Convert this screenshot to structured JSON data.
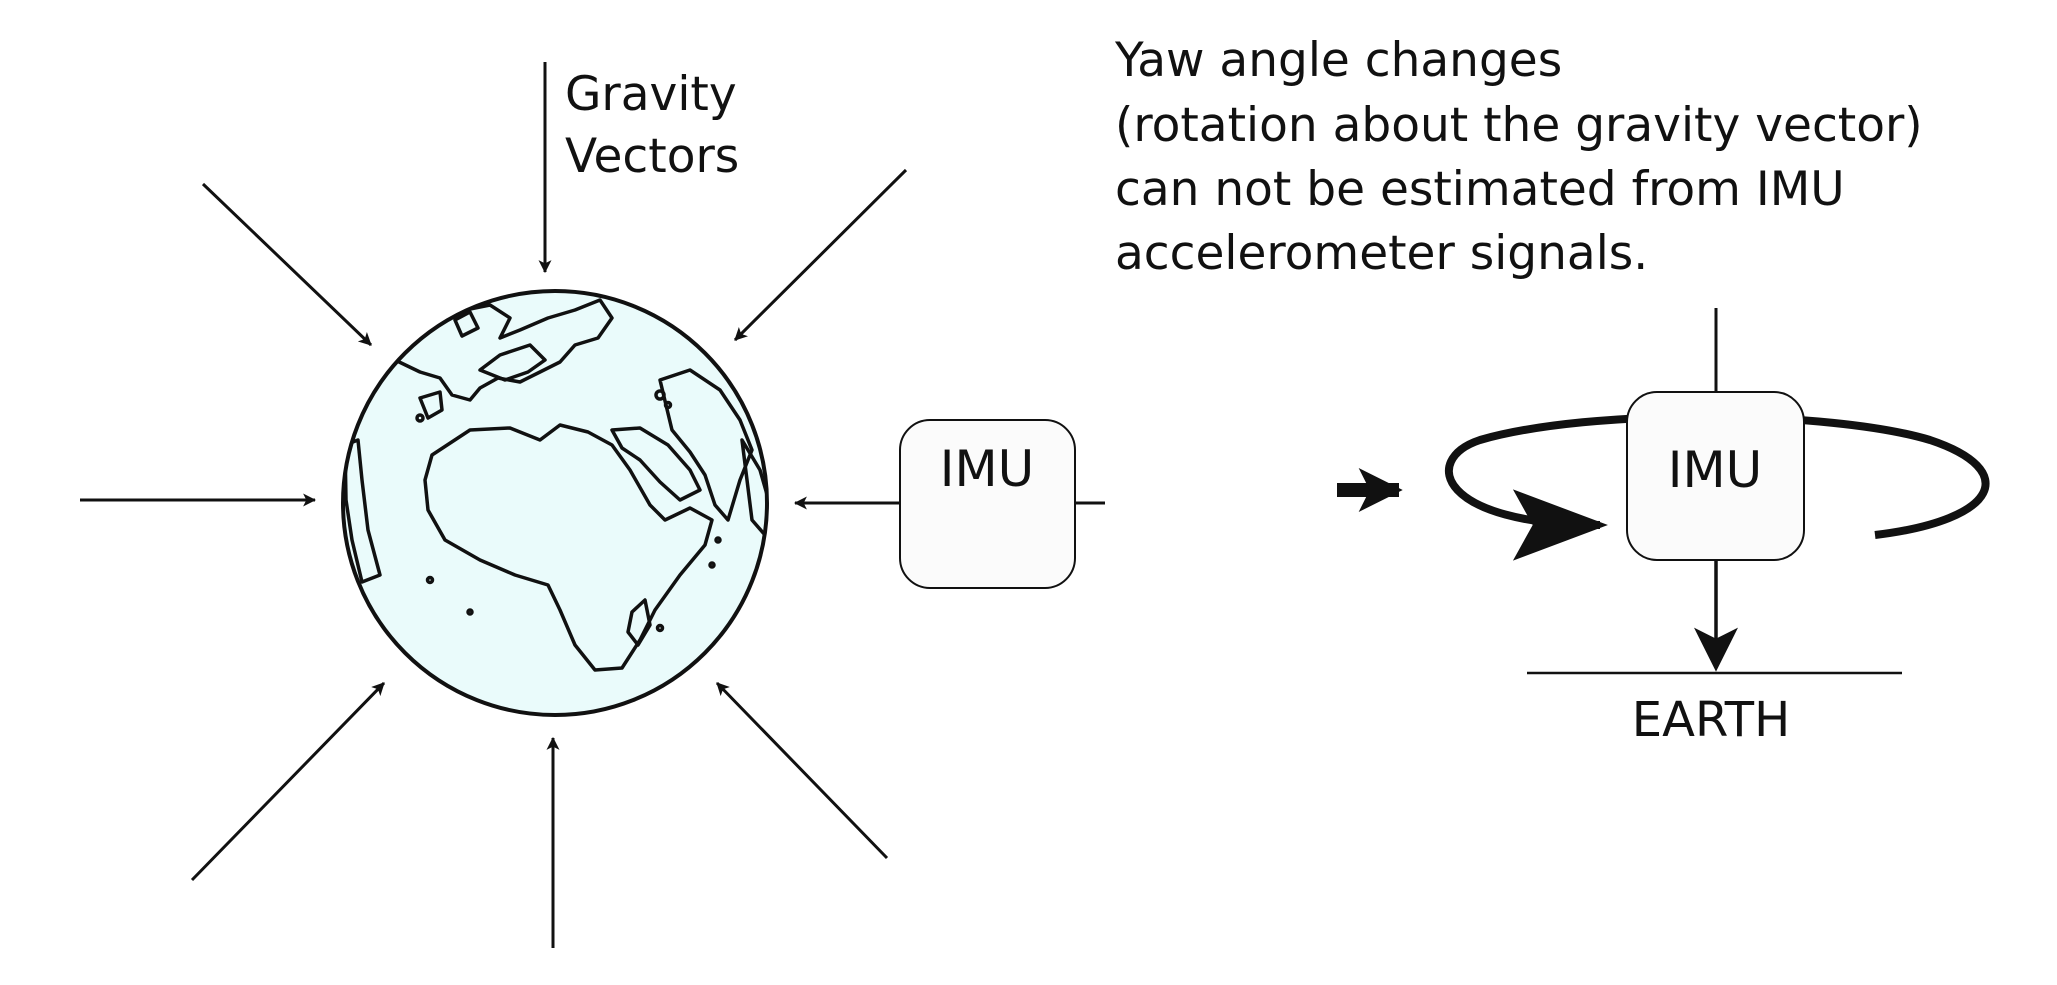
{
  "gravity_label": {
    "line1": "Gravity",
    "line2": "Vectors"
  },
  "description": {
    "lines": [
      "Yaw angle changes",
      "(rotation about the gravity vector)",
      "can not be estimated from IMU",
      "accelerometer signals."
    ]
  },
  "imu_left": {
    "label": "IMU"
  },
  "imu_right": {
    "label": "IMU"
  },
  "ground": {
    "label": "EARTH"
  },
  "colors": {
    "globe_fill": "#eafbfb",
    "stroke": "#111111",
    "imu_box": "#fbfbfb"
  },
  "icons": {
    "globe": "earth-globe-icon",
    "step": "right-arrow-icon",
    "rotation": "yaw-rotation-arrow-icon"
  }
}
